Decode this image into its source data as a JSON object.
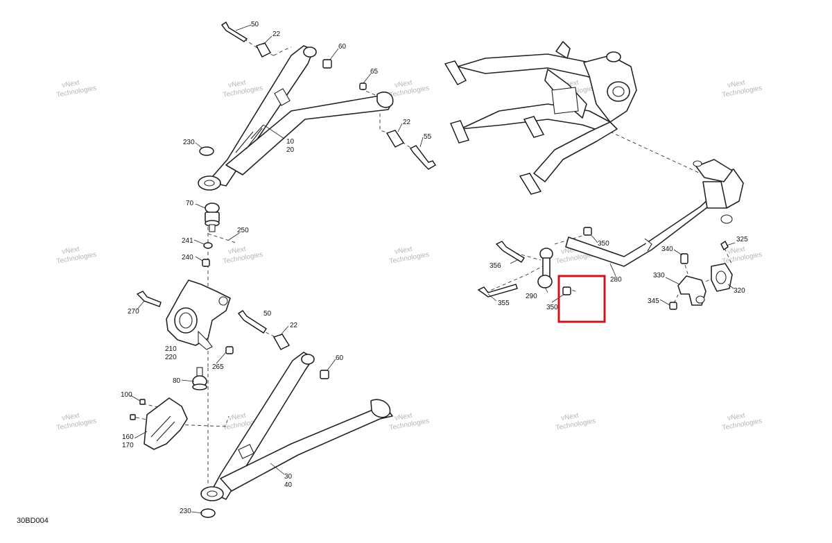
{
  "diagram": {
    "reference_code": "30BD004",
    "highlight_color": "#d0141c",
    "watermark": {
      "line1": "vNext",
      "line2": "Technologies"
    },
    "callouts": {
      "c50a": "50",
      "c22a": "22",
      "c60a": "60",
      "c65": "65",
      "c10": "10",
      "c20": "20",
      "c230a": "230",
      "c22b": "22",
      "c55": "55",
      "c70": "70",
      "c250": "250",
      "c241": "241",
      "c240": "240",
      "c270": "270",
      "c210": "210",
      "c220": "220",
      "c50b": "50",
      "c22c": "22",
      "c60b": "60",
      "c265": "265",
      "c80": "80",
      "c100": "100",
      "c160": "160",
      "c170": "170",
      "c30": "30",
      "c40": "40",
      "c230b": "230",
      "c356": "356",
      "c355": "355",
      "c290": "290",
      "c350a": "350",
      "c350b": "350",
      "c280": "280",
      "c325": "325",
      "c340": "340",
      "c330": "330",
      "c345": "345",
      "c320": "320"
    }
  }
}
